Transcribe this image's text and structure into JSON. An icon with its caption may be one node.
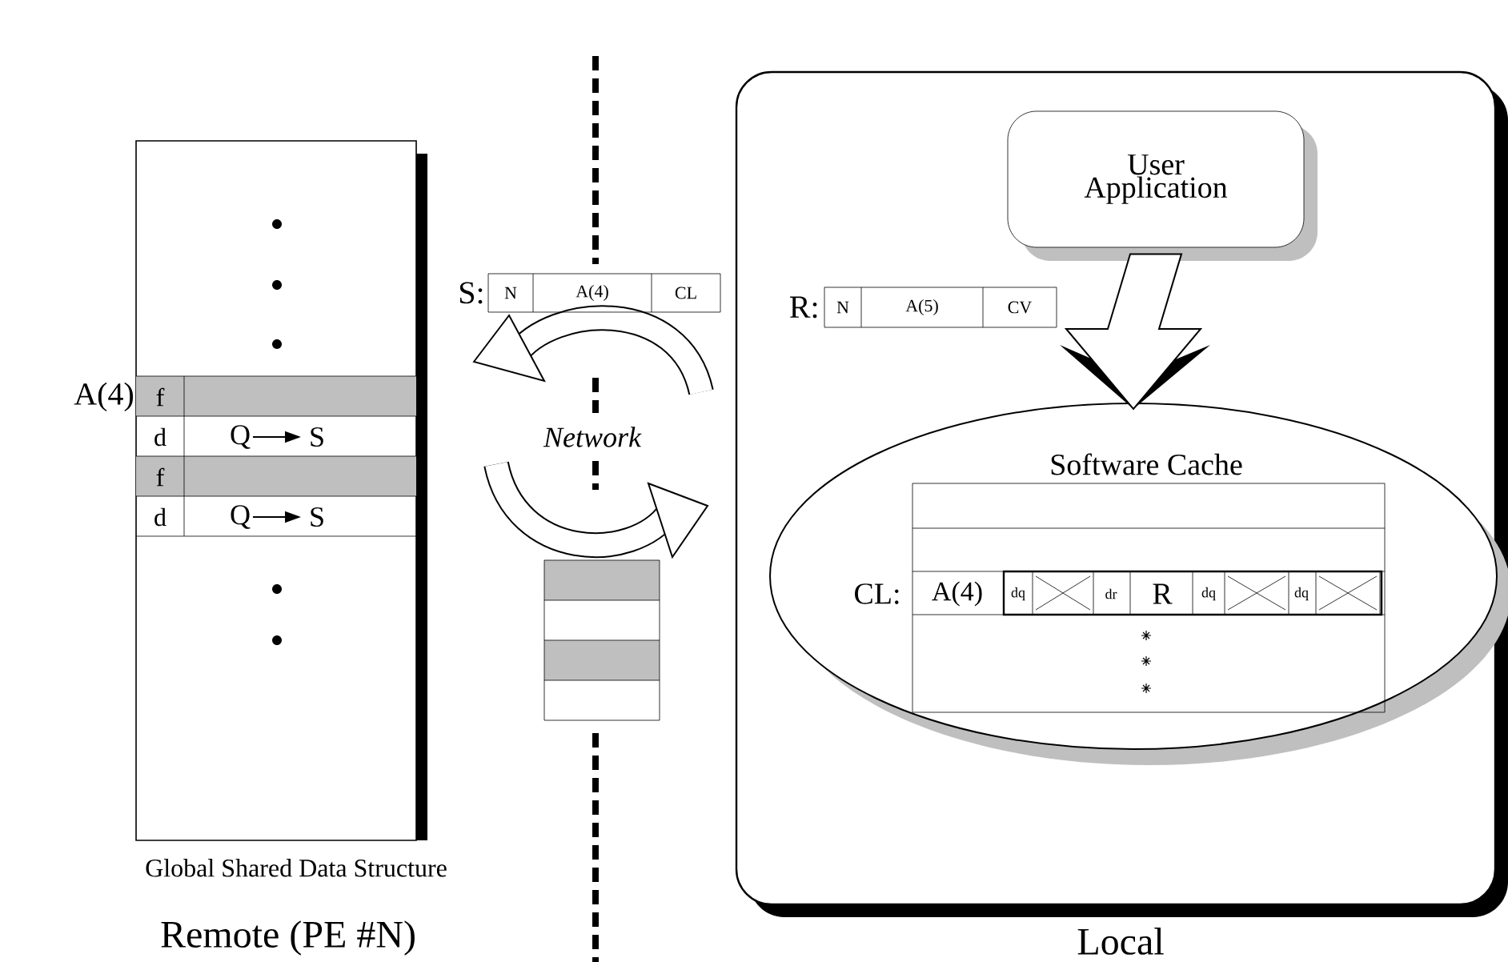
{
  "diagram": {
    "nodes": [
      {
        "text": [
          "Global Shared Data Structure"
        ]
      },
      {
        "text": [
          "N",
          "A(4)",
          "CL"
        ],
        "beside": [
          "S:"
        ]
      },
      {
        "text": [],
        "shape": "box"
      },
      {
        "text": [
          "Local"
        ]
      },
      {
        "text": [
          "User Application"
        ],
        "in": 3
      },
      {
        "text": [
          "N",
          "A(5)",
          "CV"
        ],
        "beside": [
          "R:"
        ],
        "in": 3
      },
      {
        "text": [
          "Software Cache"
        ],
        "in": 3
      },
      {
        "text": [
          "CL:",
          "A(4)",
          "dq",
          "dr",
          "R",
          "dq",
          "dq"
        ],
        "in": 6
      }
    ],
    "edges": [
      {
        "from": 4,
        "to": 6,
        "arrow": "to",
        "style": "thick"
      }
    ],
    "labels": [
      "A(4)",
      "f",
      "d",
      "Q",
      "S",
      "f",
      "d",
      "Q",
      "S",
      "Network",
      "Remote (PE #N)"
    ]
  }
}
